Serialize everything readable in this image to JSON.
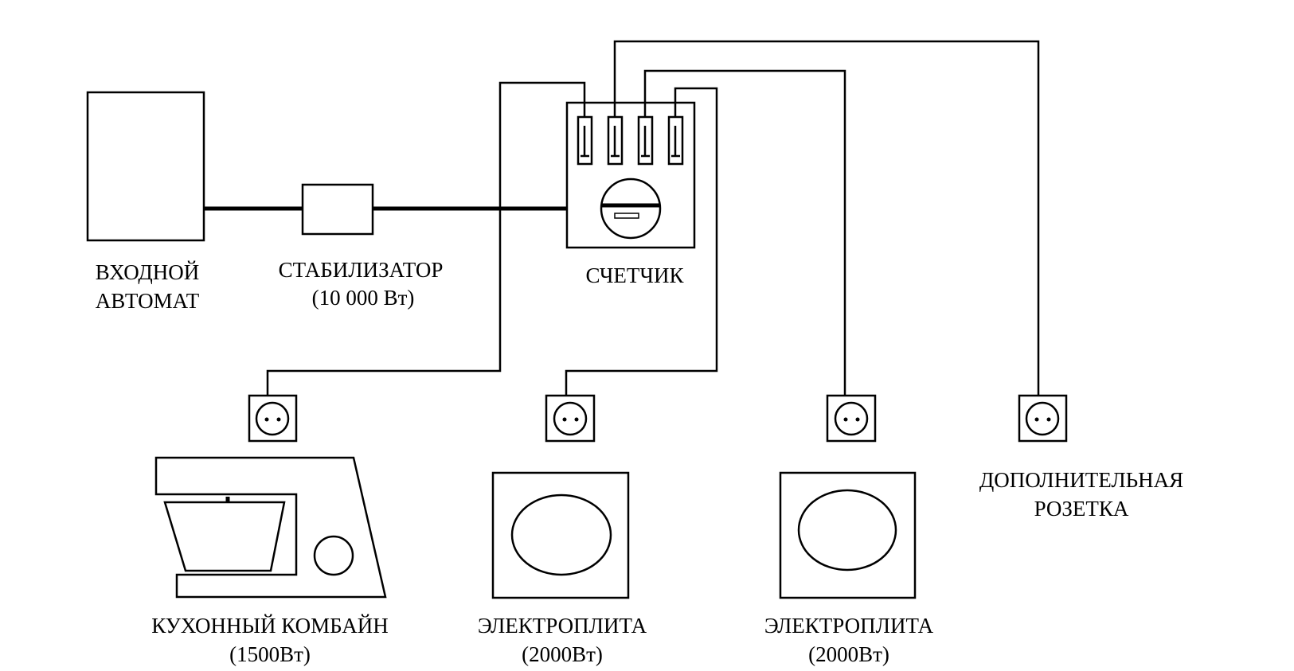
{
  "labels": {
    "breaker_line1": "ВХОДНОЙ",
    "breaker_line2": "АВТОМАТ",
    "stabilizer_line1": "СТАБИЛИЗАТОР",
    "stabilizer_line2": "(10 000 Вт)",
    "meter": "СЧЕТЧИК",
    "mixer_line1": "КУХОННЫЙ КОМБАЙН",
    "mixer_line2": "(1500Вт)",
    "stove1_line1": "ЭЛЕКТРОПЛИТА",
    "stove1_line2": "(2000Вт)",
    "stove2_line1": "ЭЛЕКТРОПЛИТА",
    "stove2_line2": "(2000Вт)",
    "extra_line1": "ДОПОЛНИТЕЛЬНАЯ",
    "extra_line2": "РОЗЕТКА"
  },
  "colors": {
    "stroke": "#000000",
    "background": "#ffffff"
  }
}
